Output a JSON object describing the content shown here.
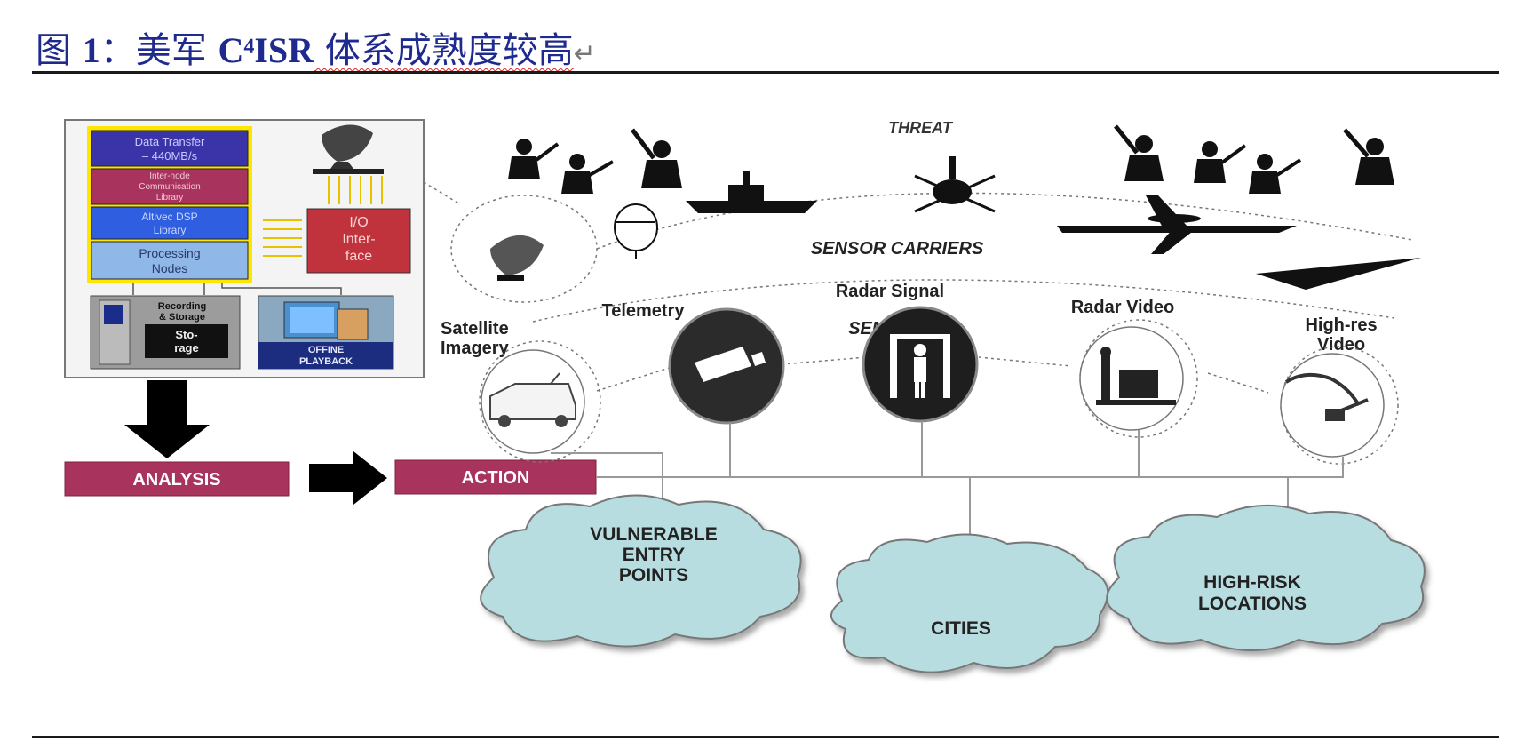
{
  "figure": {
    "prefix": "图 ",
    "number": "1",
    "separator": "：",
    "title_cn_1": "美军 ",
    "title_abbr": "C⁴ISR",
    "title_cn_2": " 体系成熟度较高",
    "return_mark": "↵"
  },
  "processor_box": {
    "items": [
      {
        "lines": [
          "Data Transfer",
          "– 440MB/s"
        ],
        "color": "#3a34a8",
        "text_color": "#c8c8ff"
      },
      {
        "lines": [
          "Inter-node",
          "Communication",
          "Library"
        ],
        "color": "#a8345e",
        "text_color": "#f5c8d8"
      },
      {
        "lines": [
          "Altivec DSP",
          "Library"
        ],
        "color": "#2f5ee0",
        "text_color": "#c8d8ff"
      },
      {
        "lines": [
          "Processing",
          "Nodes"
        ],
        "color": "#8fb7e8",
        "text_color": "#2a3a68"
      }
    ],
    "io_lines": [
      "I/O",
      "Inter-",
      "face"
    ],
    "recording_lines": [
      "Recording",
      "& Storage"
    ],
    "storage_lines": [
      "Sto-",
      "rage"
    ],
    "playback_lines": [
      "OFFINE",
      "PLAYBACK"
    ]
  },
  "labels": {
    "threat": "THREAT",
    "sensor_carriers": "SENSOR CARRIERS",
    "sensors": "SENSORS",
    "telemetry": "Telemetry",
    "radar_signal": "Radar Signal",
    "radar_video": "Radar Video",
    "satellite_lines": [
      "Satellite",
      "Imagery"
    ],
    "highres_lines": [
      "High-res",
      "Video"
    ]
  },
  "flow": {
    "analysis": "ANALYSIS",
    "action": "ACTION"
  },
  "clouds": {
    "vulnerable": [
      "VULNERABLE",
      "ENTRY",
      "POINTS"
    ],
    "cities": [
      "CITIES"
    ],
    "highrisk": [
      "HIGH-RISK",
      "LOCATIONS"
    ]
  },
  "colors": {
    "title_blue": "#1f2a8f",
    "flow_box": "#a8345e",
    "cloud_fill": "#b8dde0",
    "io_box": "#c0323c",
    "highlight_border": "#ffe600"
  }
}
